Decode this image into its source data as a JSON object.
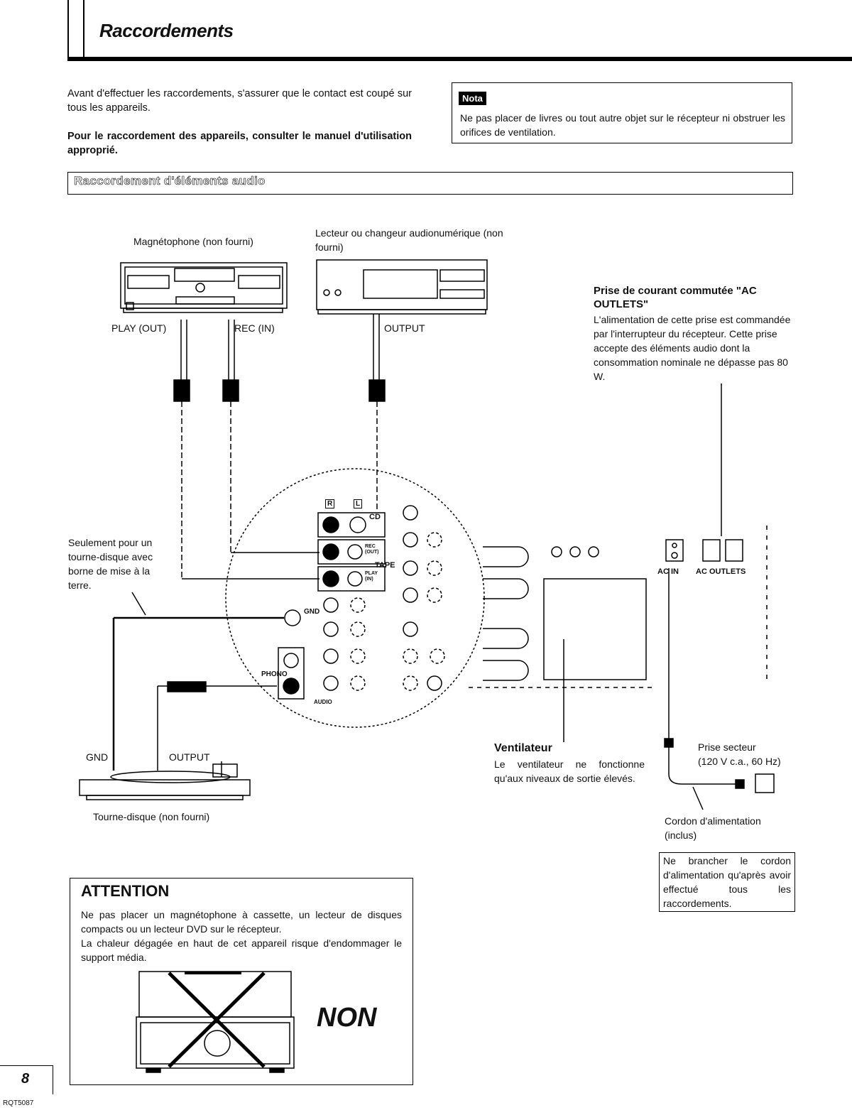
{
  "header": {
    "title": "Raccordements"
  },
  "intro": {
    "text": "Avant d'effectuer les raccordements, s'assurer que le contact est coupé sur tous les appareils.",
    "bold_text": "Pour le raccordement des appareils, consulter le manuel d'utilisation approprié."
  },
  "nota": {
    "badge": "Nota",
    "text": "Ne pas placer de livres ou tout autre objet sur le récepteur ni obstruer les orifices de ventilation."
  },
  "section": {
    "title": "Raccordement d'éléments audio"
  },
  "diagram": {
    "tape_deck_label": "Magnétophone (non fourni)",
    "cd_label": "Lecteur ou changeur audionumérique (non fourni)",
    "play_out": "PLAY (OUT)",
    "rec_in": "REC (IN)",
    "output": "OUTPUT",
    "ground_note": "Seulement pour un tourne-disque avec borne de mise à la terre.",
    "jack_r": "R",
    "jack_l": "L",
    "cd": "CD",
    "rec_out": "REC (OUT)",
    "tape": "TAPE",
    "play_in": "PLAY (IN)",
    "gnd": "GND",
    "phono": "PHONO",
    "audio": "AUDIO",
    "ac_in": "AC IN",
    "ac_outlets": "AC OUTLETS",
    "turntable_gnd": "GND",
    "turntable_output": "OUTPUT",
    "turntable_label": "Tourne-disque (non fourni)",
    "power_outlet": "Prise secteur",
    "power_spec": "(120 V c.a., 60 Hz)",
    "power_cord": "Cordon d'alimentation (inclus)"
  },
  "ac_outlet_note": {
    "title": "Prise de courant commutée \"AC OUTLETS\"",
    "text": "L'alimentation de cette prise est commandée par l'interrupteur du récepteur. Cette prise accepte des éléments audio dont la consommation nominale ne dépasse pas 80 W."
  },
  "fan": {
    "title": "Ventilateur",
    "text": "Le ventilateur ne fonctionne qu'aux niveaux de sortie élevés."
  },
  "cord_warning": "Ne brancher le cordon d'alimentation qu'après avoir effectué tous les raccordements.",
  "attention": {
    "title": "ATTENTION",
    "text": "Ne pas placer un magnétophone à cassette, un lecteur de disques compacts ou un lecteur DVD sur le récepteur.",
    "text2": "La chaleur dégagée en haut de cet appareil risque d'endommager le support média.",
    "non": "NON"
  },
  "footer": {
    "page": "8",
    "code": "RQT5087"
  }
}
